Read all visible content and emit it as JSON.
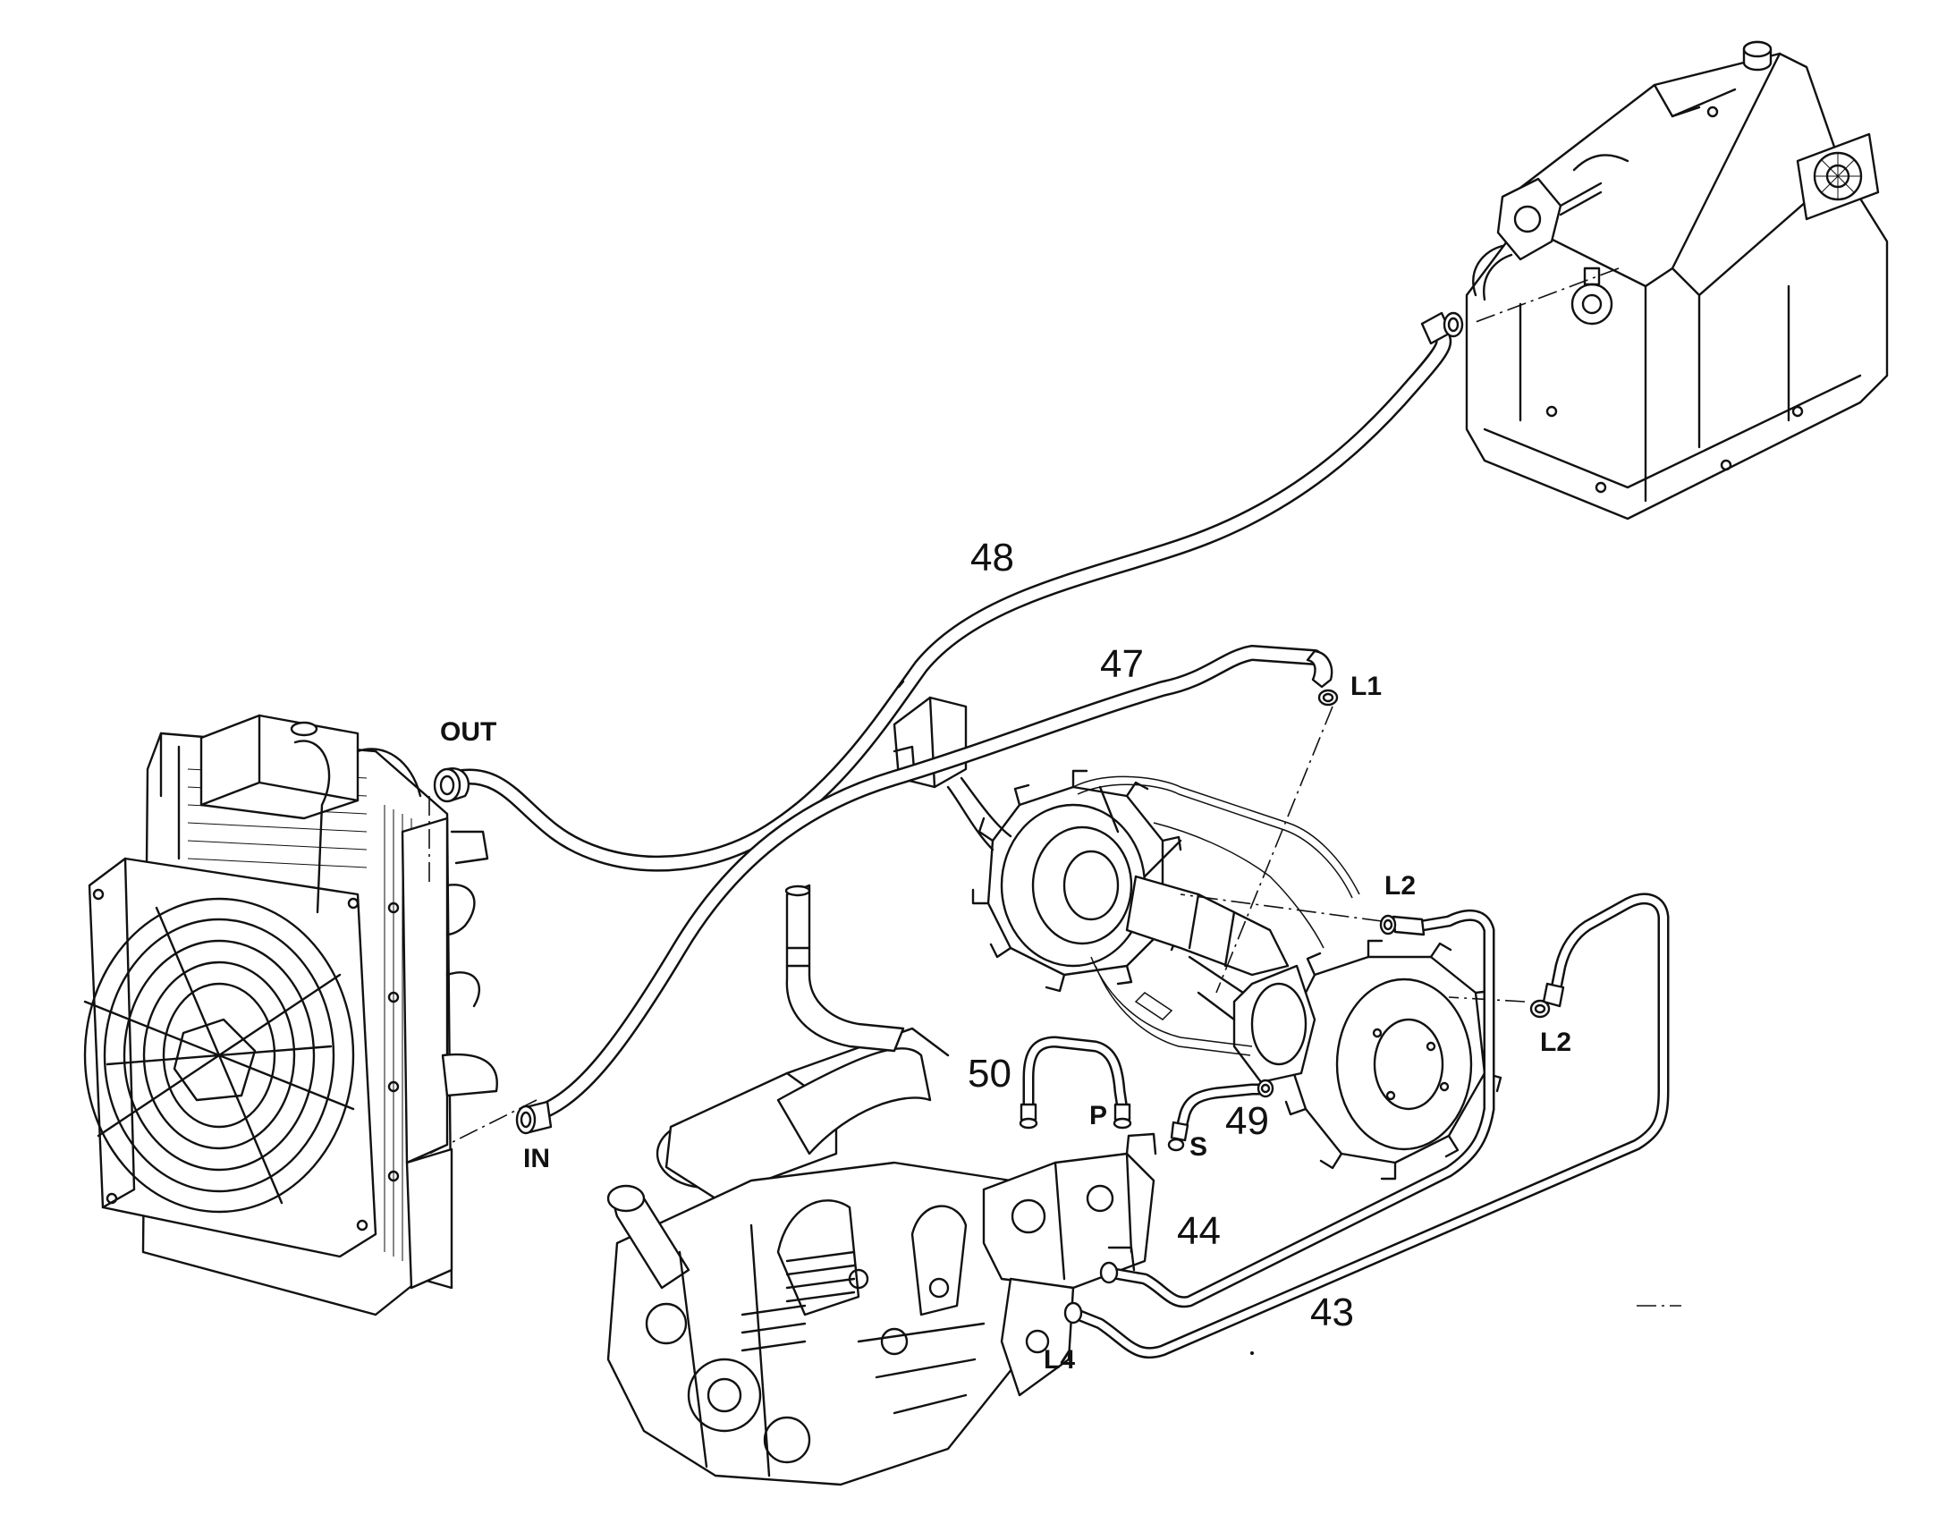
{
  "callouts": {
    "c43": "43",
    "c44": "44",
    "c47": "47",
    "c48": "48",
    "c49": "49",
    "c50": "50"
  },
  "ports": {
    "out": "OUT",
    "in": "IN",
    "l1": "L1",
    "l2_upper": "L2",
    "l2_lower": "L2",
    "p": "P",
    "s": "S",
    "l4": "L4"
  }
}
